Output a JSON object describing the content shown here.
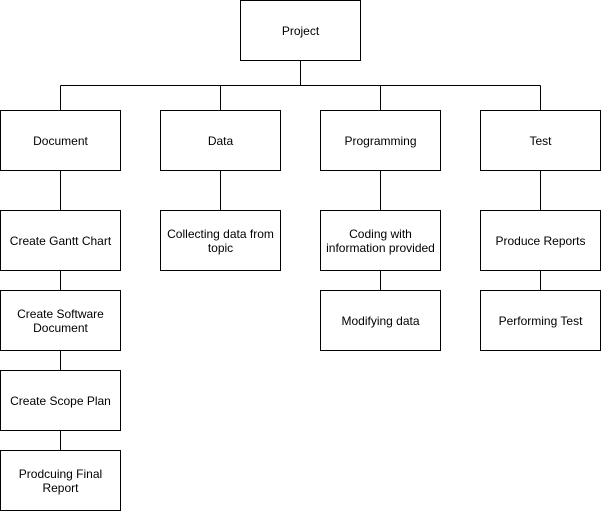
{
  "diagram": {
    "root": {
      "label": "Project"
    },
    "document": {
      "label": "Document",
      "tasks": [
        "Create Gantt Chart",
        "Create Software\nDocument",
        "Create Scope Plan",
        "Prodcuing Final\nReport"
      ]
    },
    "data": {
      "label": "Data",
      "tasks": [
        "Collecting data from\ntopic"
      ]
    },
    "programming": {
      "label": "Programming",
      "tasks": [
        "Coding with\ninformation provided",
        "Modifying data"
      ]
    },
    "test": {
      "label": "Test",
      "tasks": [
        "Produce Reports",
        "Performing Test"
      ]
    }
  }
}
